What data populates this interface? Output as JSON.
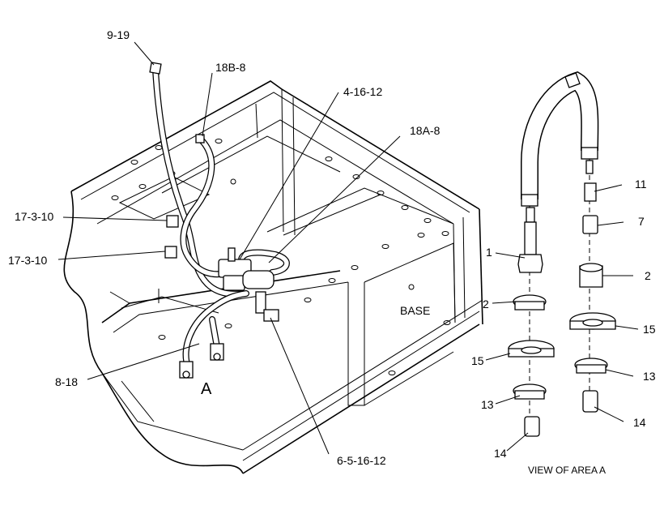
{
  "callouts": {
    "l_9_19": "9-19",
    "l_18b_8": "18B-8",
    "l_4_16_12": "4-16-12",
    "l_18a_8": "18A-8",
    "l_17_3_10_a": "17-3-10",
    "l_17_3_10_b": "17-3-10",
    "l_8_18": "8-18",
    "l_6_5_16_12": "6-5-16-12",
    "area_a": "A",
    "base": "BASE"
  },
  "view": {
    "title": "VIEW OF AREA  A",
    "left": [
      "1",
      "2",
      "15",
      "13",
      "14"
    ],
    "right": [
      "11",
      "7",
      "2",
      "15",
      "13",
      "14"
    ]
  }
}
